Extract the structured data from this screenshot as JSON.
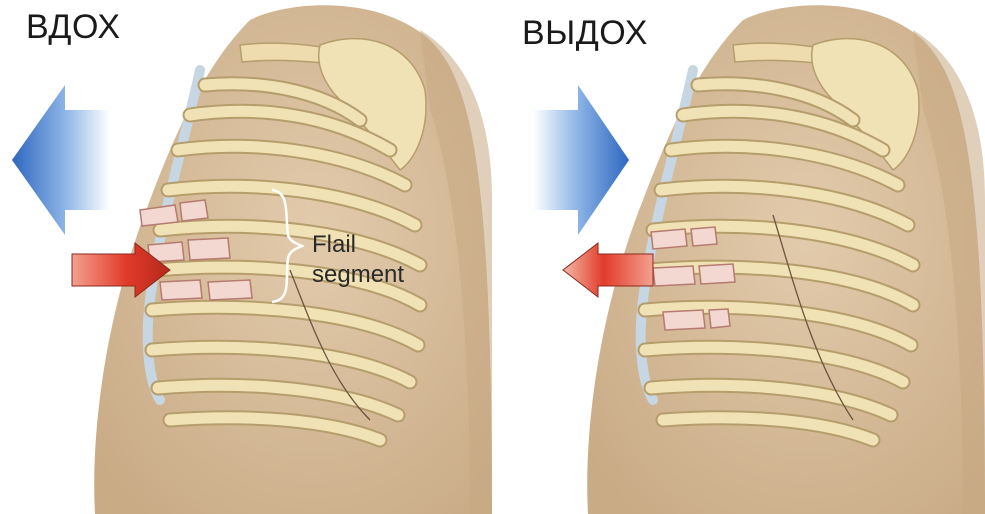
{
  "panels": [
    {
      "title": "ВДОХ"
    },
    {
      "title": "ВЫДОХ"
    }
  ],
  "annotation": {
    "line1": "Flail",
    "line2": "segment"
  },
  "colors": {
    "skin": "#d9c0a0",
    "skin_shadow": "#c7a983",
    "bone": "#f1e2b5",
    "bone_edge": "#b59e6c",
    "fracture": "#f2d8d0",
    "cartilage": "#c6d6e2",
    "blue_arrow": "#3f79c9",
    "red_arrow": "#e23b2a"
  }
}
